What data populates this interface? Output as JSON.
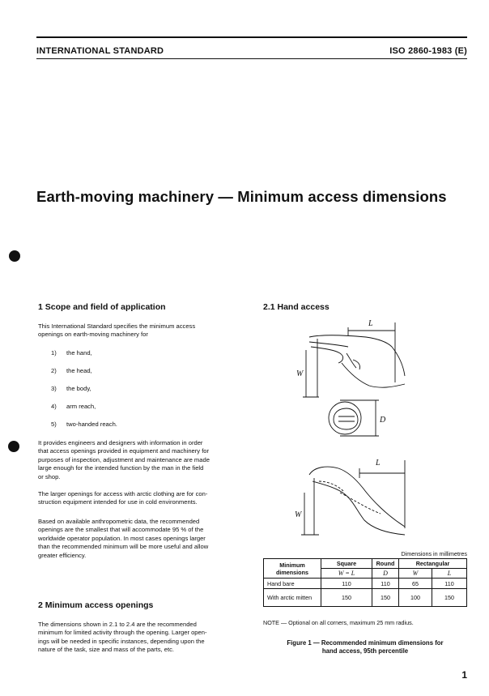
{
  "header": {
    "left": "INTERNATIONAL STANDARD",
    "right": "ISO 2860-1983 (E)"
  },
  "title": "Earth-moving machinery — Minimum access dimensions",
  "section1": {
    "heading": "1   Scope and field of application",
    "intro_lines": [
      "This International Standard specifies the minimum access",
      "openings on earth-moving machinery for"
    ],
    "items": [
      {
        "num": "1)",
        "text": "the hand,"
      },
      {
        "num": "2)",
        "text": "the head,"
      },
      {
        "num": "3)",
        "text": "the body,"
      },
      {
        "num": "4)",
        "text": "arm reach,"
      },
      {
        "num": "5)",
        "text": "two-handed reach."
      }
    ],
    "para2": [
      "It provides engineers and designers with information in order",
      "that access openings provided in equipment and machinery for",
      "purposes of inspection, adjustment and maintenance are made",
      "large enough for the intended function by the man in the field",
      "or shop."
    ],
    "para3": [
      "The larger openings for access with arctic clothing are for con-",
      "struction equipment intended for use in cold environments."
    ],
    "para4": [
      "Based on available anthropometric data, the recommended",
      "openings are the smallest that will accommodate 95 % of the",
      "worldwide operator population. In most cases openings larger",
      "than the recommended minimum will be more useful and allow",
      "greater efficiency."
    ]
  },
  "section2": {
    "heading": "2   Minimum access openings",
    "para": [
      "The dimensions shown in 2.1 to 2.4 are the recommended",
      "minimum for limited activity through the opening. Larger open-",
      "ings will be needed in specific instances, depending upon the",
      "nature of the task, size and mass of the parts, etc."
    ]
  },
  "section21": {
    "heading": "2.1   Hand access"
  },
  "figure_labels": {
    "L": "L",
    "W": "W",
    "D": "D"
  },
  "table": {
    "units": "Dimensions in millimetres",
    "col_min": "Minimum dimensions",
    "col_square": "Square",
    "col_round": "Round",
    "col_rect": "Rectangular",
    "sub_square": "W = L",
    "sub_round": "D",
    "sub_w": "W",
    "sub_l": "L",
    "rows": [
      {
        "label": "Hand bare",
        "square": "110",
        "round": "110",
        "w": "65",
        "l": "110"
      },
      {
        "label": "With arctic mitten",
        "square": "150",
        "round": "150",
        "w": "100",
        "l": "150"
      }
    ]
  },
  "note": "NOTE — Optional on all corners, maximum 25 mm radius.",
  "caption": [
    "Figure 1 — Recommended minimum dimensions for",
    "hand access, 95th percentile"
  ],
  "page_number": "1"
}
